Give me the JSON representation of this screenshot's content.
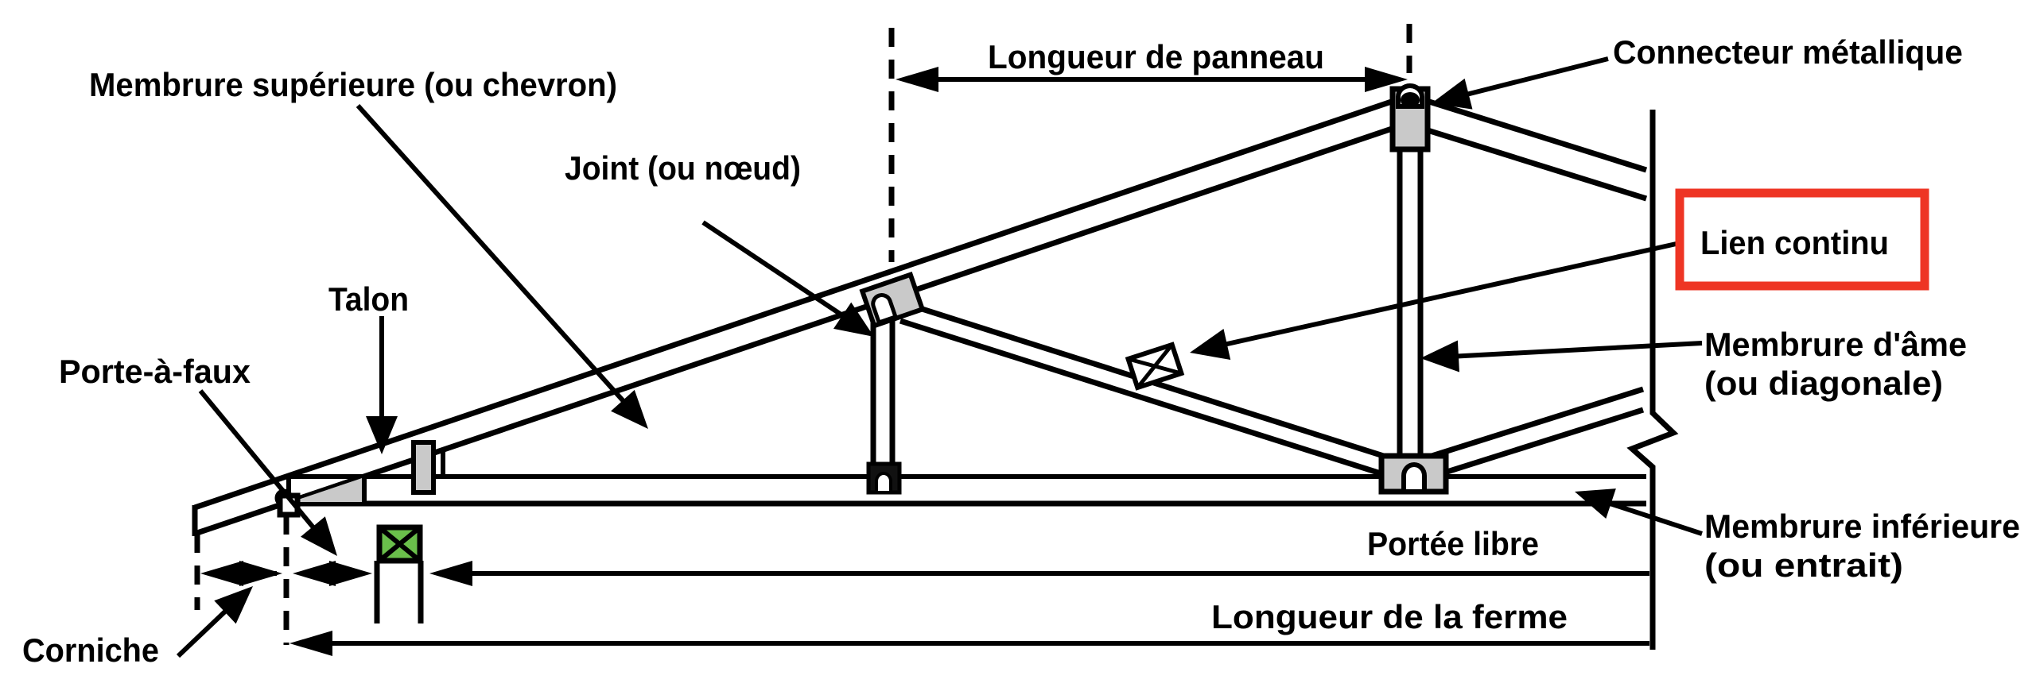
{
  "labels": {
    "top_chord": "Membrure supérieure (ou chevron)",
    "panel_length": "Longueur de panneau",
    "metal_connector": "Connecteur métallique",
    "joint": "Joint (ou nœud)",
    "continuous_brace": "Lien continu",
    "web_member_line1": "Membrure d'âme",
    "web_member_line2": "(ou diagonale)",
    "heel": "Talon",
    "cantilever": "Porte-à-faux",
    "clear_span": "Portée libre",
    "truss_length": "Longueur de la ferme",
    "bottom_chord_line1": "Membrure inférieure",
    "bottom_chord_line2": "(ou entrait)",
    "cornice": "Corniche"
  },
  "colors": {
    "line": "#000000",
    "plate_gray": "#c9c9c9",
    "brace_green": "#6abf4b",
    "highlight_red": "#ee3524",
    "background": "#ffffff"
  }
}
